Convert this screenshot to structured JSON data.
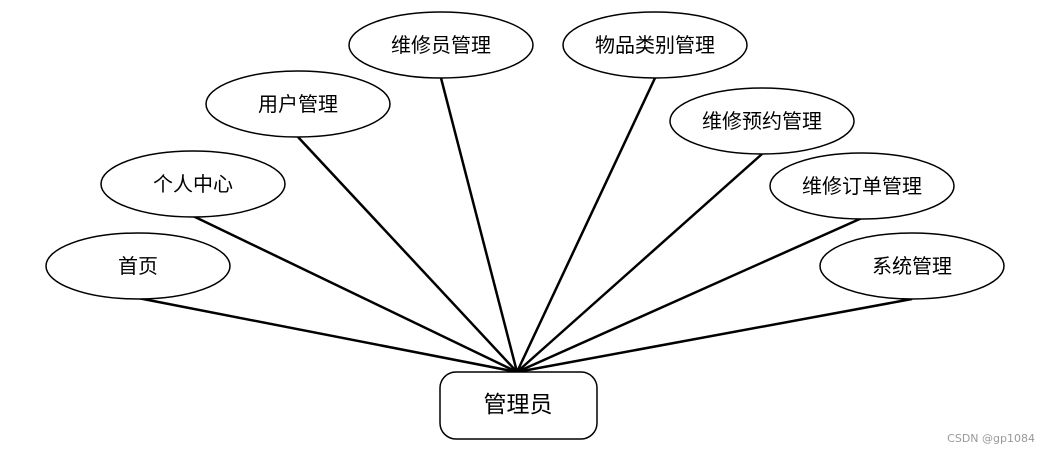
{
  "diagram": {
    "root": {
      "label": "管理员"
    },
    "nodes": [
      {
        "id": "home",
        "label": "首页"
      },
      {
        "id": "personal-center",
        "label": "个人中心"
      },
      {
        "id": "user-management",
        "label": "用户管理"
      },
      {
        "id": "repairer-management",
        "label": "维修员管理"
      },
      {
        "id": "item-category-management",
        "label": "物品类别管理"
      },
      {
        "id": "repair-booking-management",
        "label": "维修预约管理"
      },
      {
        "id": "repair-order-management",
        "label": "维修订单管理"
      },
      {
        "id": "system-management",
        "label": "系统管理"
      }
    ]
  },
  "watermark": "CSDN @gp1084",
  "colors": {
    "stroke": "#000000",
    "fill": "#ffffff",
    "text": "#000000",
    "watermark": "#999999"
  }
}
